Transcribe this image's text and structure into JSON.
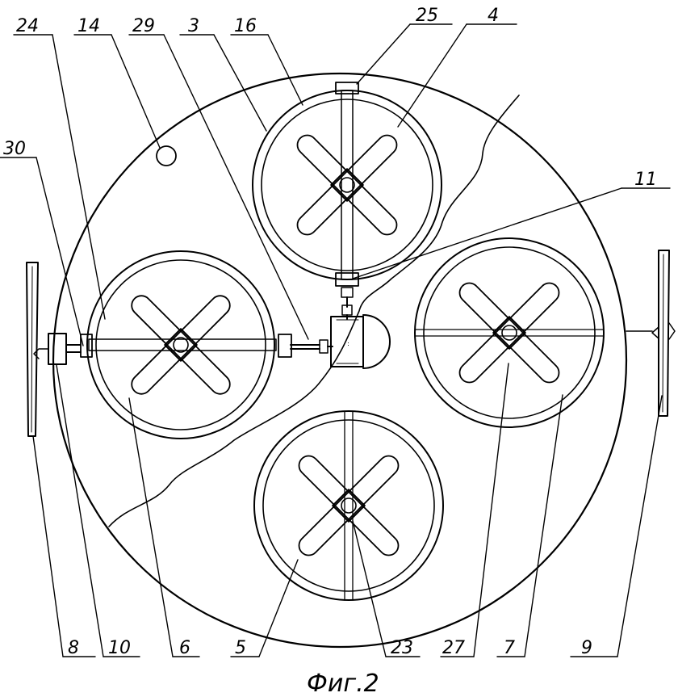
{
  "figure": {
    "caption": "Фиг.2",
    "labels": {
      "l24": "24",
      "l14": "14",
      "l29": "29",
      "l3": "3",
      "l16": "16",
      "l25": "25",
      "l4": "4",
      "l30": "30",
      "l11": "11",
      "l8": "8",
      "l10": "10",
      "l6": "6",
      "l5": "5",
      "l23": "23",
      "l27": "27",
      "l7": "7",
      "l9": "9"
    }
  }
}
